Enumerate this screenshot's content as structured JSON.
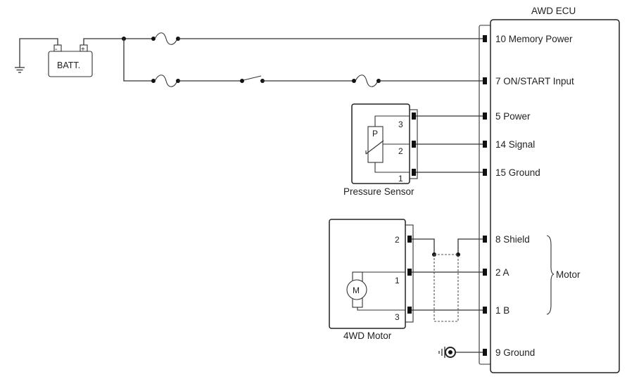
{
  "ecu": {
    "title": "AWD ECU",
    "pins": {
      "memory_power": "10 Memory Power",
      "on_start": "7 ON/START Input",
      "power": "5 Power",
      "signal": "14 Signal",
      "ground_15": "15 Ground",
      "shield": "8 Shield",
      "motor_a": "2 A",
      "motor_b": "1 B",
      "ground_9": "9 Ground"
    },
    "motor_group_label": "Motor"
  },
  "battery": {
    "label": "BATT.",
    "minus": "-",
    "plus": "+"
  },
  "pressure_sensor": {
    "label": "Pressure Sensor",
    "symbol": "P",
    "pin3": "3",
    "pin2": "2",
    "pin1": "1"
  },
  "motor": {
    "label": "4WD Motor",
    "symbol": "M",
    "pin2": "2",
    "pin1": "1",
    "pin3": "3"
  }
}
